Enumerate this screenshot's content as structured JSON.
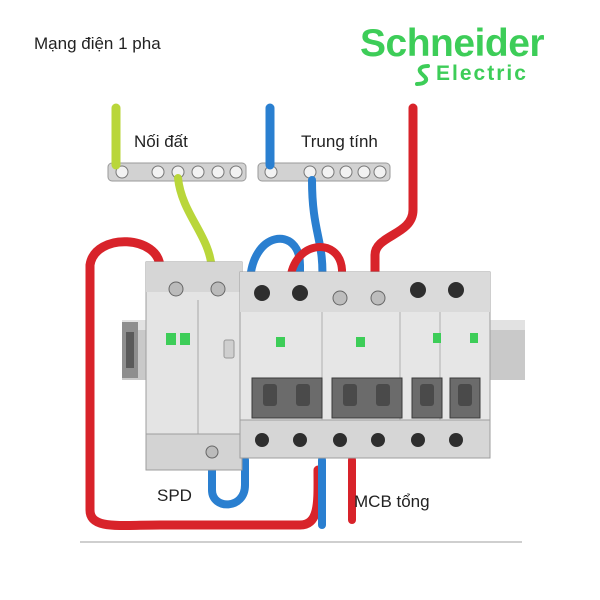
{
  "title": "Mạng điện 1 pha",
  "logo": {
    "name": "Schneider",
    "sub": "Electric",
    "mark": "schneider-s-mark-icon"
  },
  "labels": {
    "earth": "Nối đất",
    "neutral": "Trung tính",
    "spd": "SPD",
    "mcb": "MCB tổng"
  },
  "colors": {
    "brand": "#3dcd58",
    "live": "#d8232a",
    "neutral": "#2a7fd0",
    "earth": "#b9d63a",
    "module": "#e2e2e2",
    "rail": "#bdbdbd"
  }
}
